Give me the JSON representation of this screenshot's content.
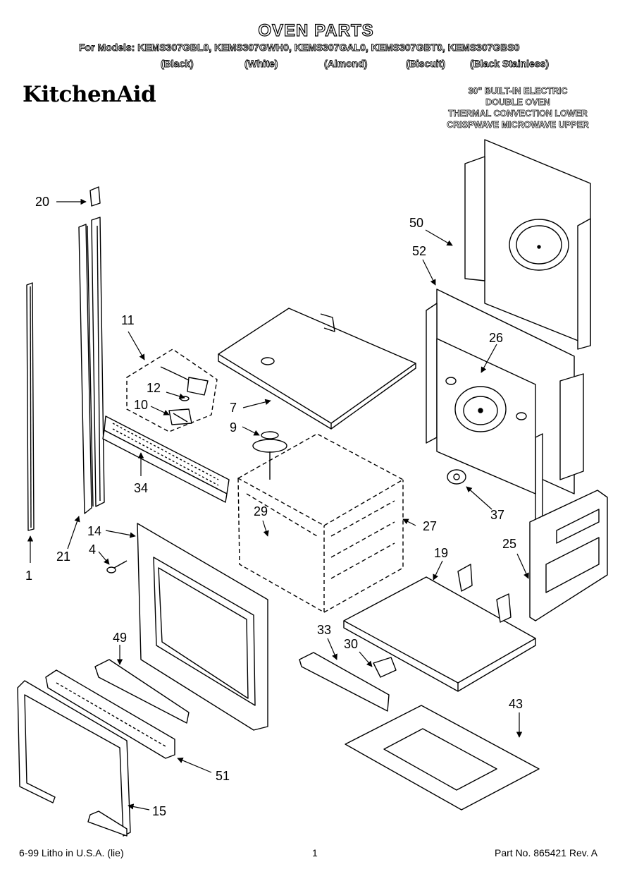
{
  "header": {
    "title": "OVEN PARTS",
    "models_line": "For Models: KEMS307GBL0, KEMS307GWH0, KEMS307GAL0, KEMS307GBT0, KEMS307GBS0",
    "colors": [
      "(Black)",
      "(White)",
      "(Almond)",
      "(Biscuit)",
      "(Black Stainless)"
    ],
    "brand": "KitchenAid",
    "description": [
      "30\" BUILT-IN ELECTRIC",
      "DOUBLE OVEN",
      "THERMAL CONVECTION LOWER",
      "CRISPWAVE MICROWAVE UPPER"
    ]
  },
  "callouts": [
    "20",
    "1",
    "21",
    "11",
    "12",
    "10",
    "34",
    "7",
    "9",
    "50",
    "52",
    "26",
    "37",
    "29",
    "27",
    "14",
    "4",
    "25",
    "19",
    "49",
    "33",
    "30",
    "43",
    "51",
    "15"
  ],
  "footer": {
    "left": "6-99 Litho in U.S.A. (lie)",
    "page": "1",
    "right": "Part No. 865421 Rev. A"
  }
}
